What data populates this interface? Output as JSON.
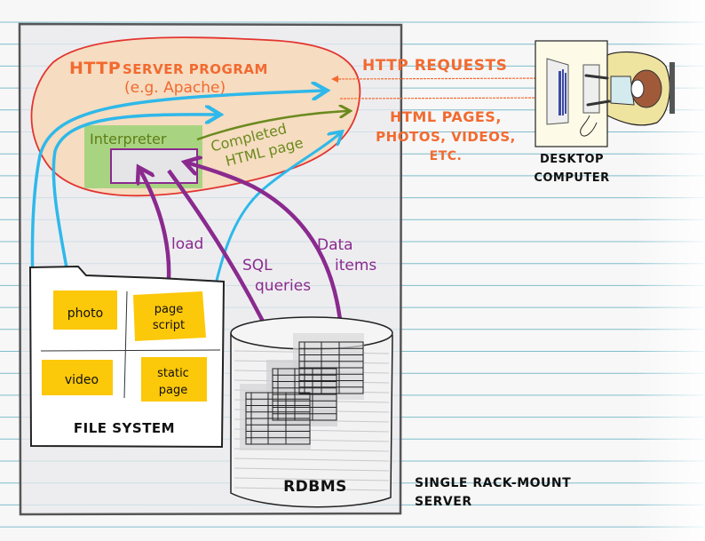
{
  "diagram": {
    "server_program": {
      "title_strong": "HTTP",
      "title_rest": "SERVER PROGRAM",
      "subtitle": "(e.g. Apache)"
    },
    "interpreter": {
      "label": "Interpreter"
    },
    "completed_label": [
      "Completed",
      "HTML page"
    ],
    "requests_label": "HTTP REQUESTS",
    "responses_label": [
      "HTML PAGES,",
      "PHOTOS, VIDEOS,",
      "ETC."
    ],
    "client_label": [
      "DESKTOP",
      "COMPUTER"
    ],
    "arrows": {
      "load": "load",
      "sql": [
        "SQL",
        "queries"
      ],
      "data": [
        "Data",
        "items"
      ]
    },
    "file_system": {
      "label": "FILE SYSTEM",
      "files": [
        {
          "label": [
            "photo"
          ]
        },
        {
          "label": [
            "page",
            "script"
          ]
        },
        {
          "label": [
            "video"
          ]
        },
        {
          "label": [
            "static",
            "page"
          ]
        }
      ]
    },
    "database": {
      "label": "RDBMS"
    },
    "server_label": [
      "SINGLE RACK-MOUNT",
      "SERVER"
    ],
    "colors": {
      "orange": "#f26a30",
      "blue": "#2fb8ea",
      "purple": "#8a2a8e",
      "green": "#6a8a1e",
      "yellow": "#fcc80a",
      "red": "#e3342f",
      "peach": "#f6dcc0",
      "interp_green": "#a8d481"
    }
  }
}
